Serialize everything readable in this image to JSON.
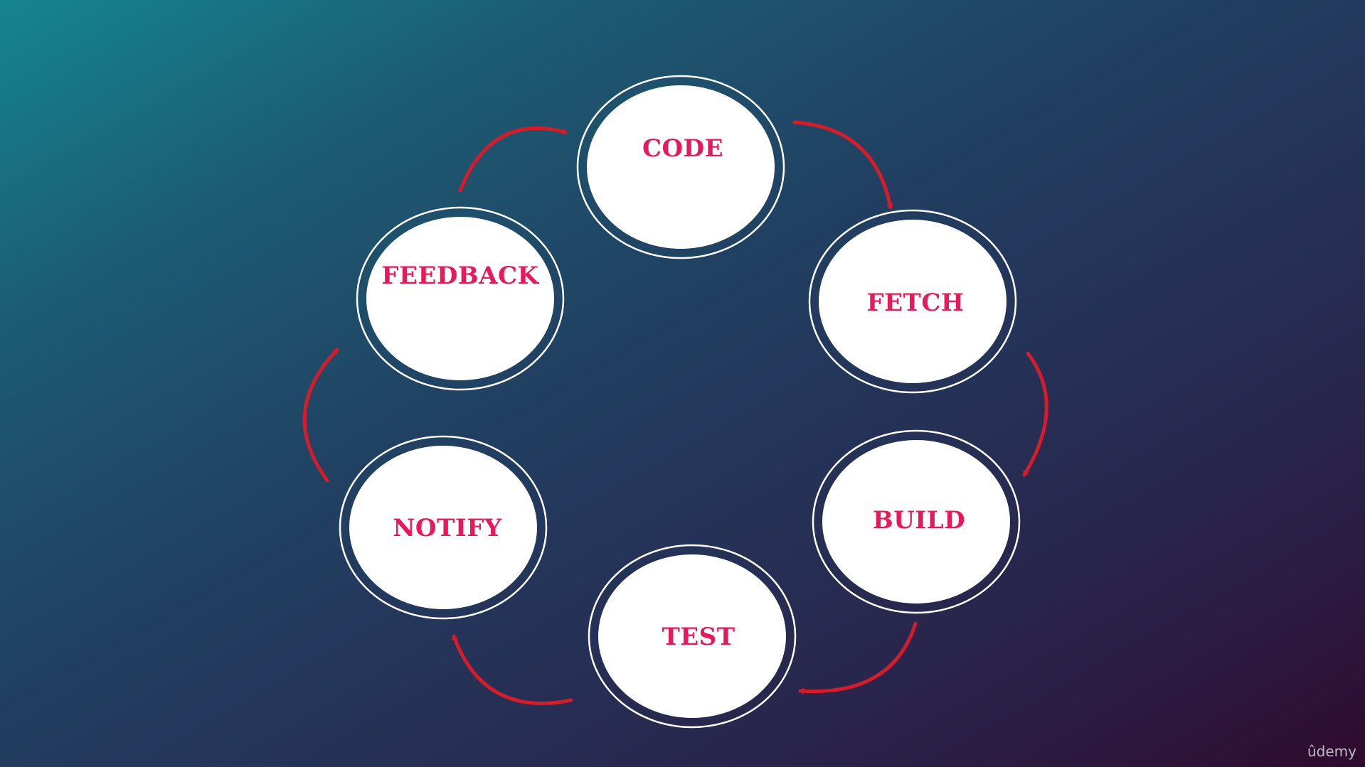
{
  "diagram": {
    "nodes": [
      {
        "id": "code",
        "label": "CODE"
      },
      {
        "id": "fetch",
        "label": "FETCH"
      },
      {
        "id": "build",
        "label": "BUILD"
      },
      {
        "id": "test",
        "label": "TEST"
      },
      {
        "id": "notify",
        "label": "NOTIFY"
      },
      {
        "id": "feedback",
        "label": "FEEDBACK"
      }
    ],
    "edges": [
      {
        "from": "code",
        "to": "fetch"
      },
      {
        "from": "fetch",
        "to": "build"
      },
      {
        "from": "build",
        "to": "test"
      },
      {
        "from": "test",
        "to": "notify"
      },
      {
        "from": "notify",
        "to": "feedback"
      },
      {
        "from": "feedback",
        "to": "code"
      }
    ],
    "colors": {
      "label": "#e8185a",
      "arrow": "#d41c2a",
      "node_fill": "#ffffff",
      "node_ring": "#ffffff"
    }
  },
  "watermark": {
    "text": "ûdemy"
  }
}
